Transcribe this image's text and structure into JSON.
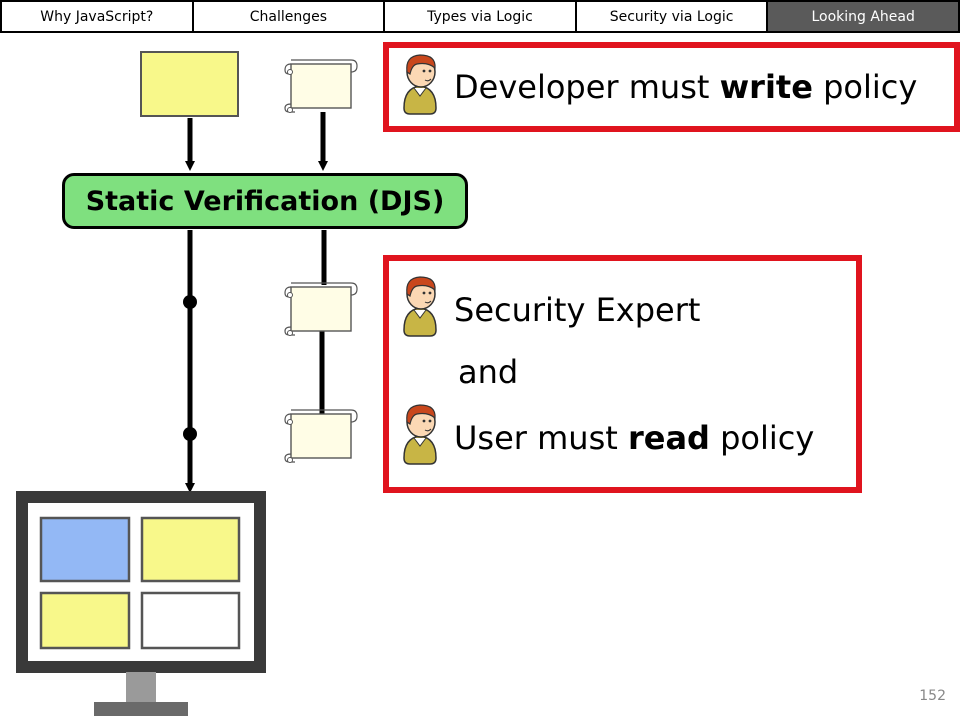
{
  "nav": {
    "tabs": [
      {
        "label": "Why JavaScript?",
        "active": false
      },
      {
        "label": "Challenges",
        "active": false
      },
      {
        "label": "Types via Logic",
        "active": false
      },
      {
        "label": "Security via Logic",
        "active": false
      },
      {
        "label": "Looking Ahead",
        "active": true
      }
    ]
  },
  "diagram": {
    "verification_label": "Static Verification (DJS)"
  },
  "callouts": {
    "developer": {
      "prefix": "Developer must ",
      "emphasis": "write",
      "suffix": " policy"
    },
    "expert": {
      "line1": "Security Expert",
      "line2": "and",
      "line3_prefix": "User must ",
      "line3_emphasis": "read",
      "line3_suffix": " policy"
    }
  },
  "slide_number": "152",
  "colors": {
    "accent_red": "#e0141e",
    "verify_green": "#7fe07f",
    "code_yellow": "#f8f88a",
    "code_blue": "#93b8f5",
    "active_tab": "#5a5a5a"
  }
}
